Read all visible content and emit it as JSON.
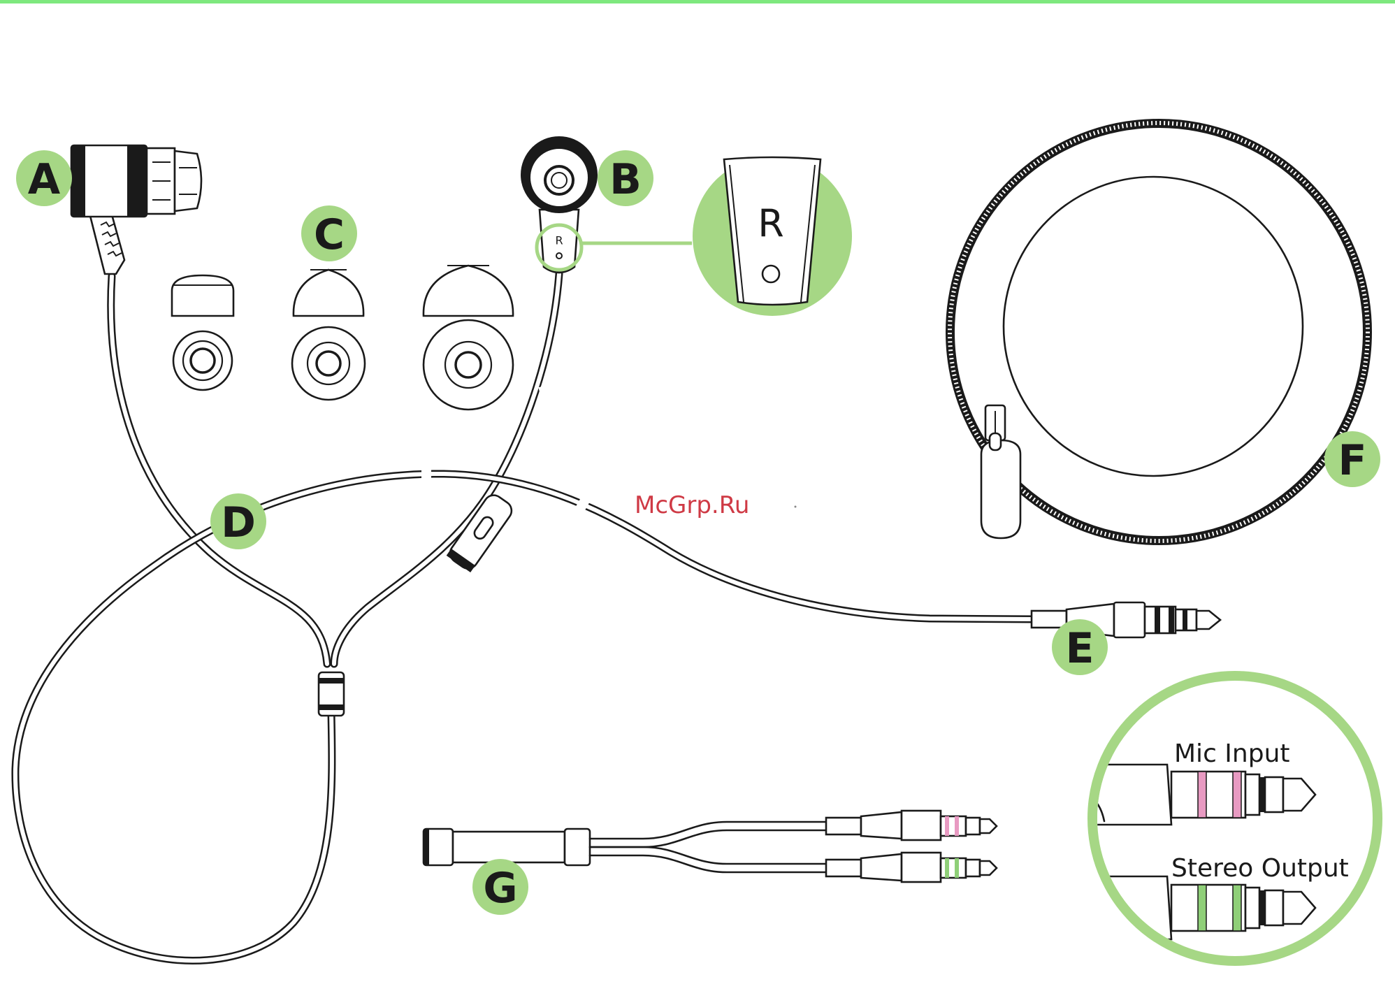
{
  "colors": {
    "accent_green": "#a6d785",
    "top_rule": "#7ee87e",
    "mic_stripe": "#e89ac2",
    "stereo_stripe": "#8fcf78",
    "watermark": "#cf3a45",
    "line": "#1a1a1a"
  },
  "labels": {
    "a": "A",
    "b": "B",
    "c": "C",
    "d": "D",
    "e": "E",
    "f": "F",
    "g": "G"
  },
  "zoom_right_marker": "R",
  "earbud_right_marker": "R",
  "connector_callout": {
    "mic_label": "Mic Input",
    "stereo_label": "Stereo Output"
  },
  "watermark": "McGrp.Ru"
}
